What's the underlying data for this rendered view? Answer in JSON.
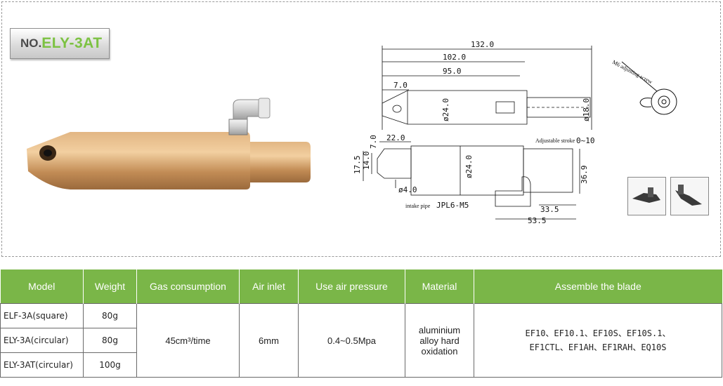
{
  "model": {
    "prefix": "NO.",
    "code": "ELY-3AT"
  },
  "drawing": {
    "dims": [
      "132.0",
      "102.0",
      "95.0",
      "7.0",
      "ø24.0",
      "ø18.0",
      "22.0",
      "7.0",
      "17.5",
      "14.0",
      "ø24.0",
      "36.9",
      "ø4.0",
      "33.5",
      "53.5",
      "0~10"
    ],
    "notes": {
      "adjustable_stroke": "Adjustable stroke",
      "adjusting_screw": "M6 adjusting screw",
      "intake_pipe": "intake pipe",
      "fitting": "JPL6-M5"
    }
  },
  "table": {
    "headers": [
      "Model",
      "Weight",
      "Gas consumption",
      "Air inlet",
      "Use air pressure",
      "Material",
      "Assemble the blade"
    ],
    "rows": [
      {
        "model": "ELF-3A(square)",
        "weight": "80g"
      },
      {
        "model": "ELY-3A(circular)",
        "weight": "80g"
      },
      {
        "model": "ELY-3AT(circular)",
        "weight": "100g"
      }
    ],
    "gas_consumption": "45cm³/time",
    "air_inlet": "6mm",
    "pressure": "0.4~0.5Mpa",
    "material_lines": [
      "aluminium",
      "alloy hard",
      "oxidation"
    ],
    "blade_lines": [
      "EF10、EF10.1、EF10S、EF10S.1、",
      "EF1CTL、EF1AH、EF1RAH、EQ10S"
    ]
  },
  "colors": {
    "header_green": "#7ab648",
    "accent_green": "#7cc242",
    "gold": "#c9995f"
  }
}
